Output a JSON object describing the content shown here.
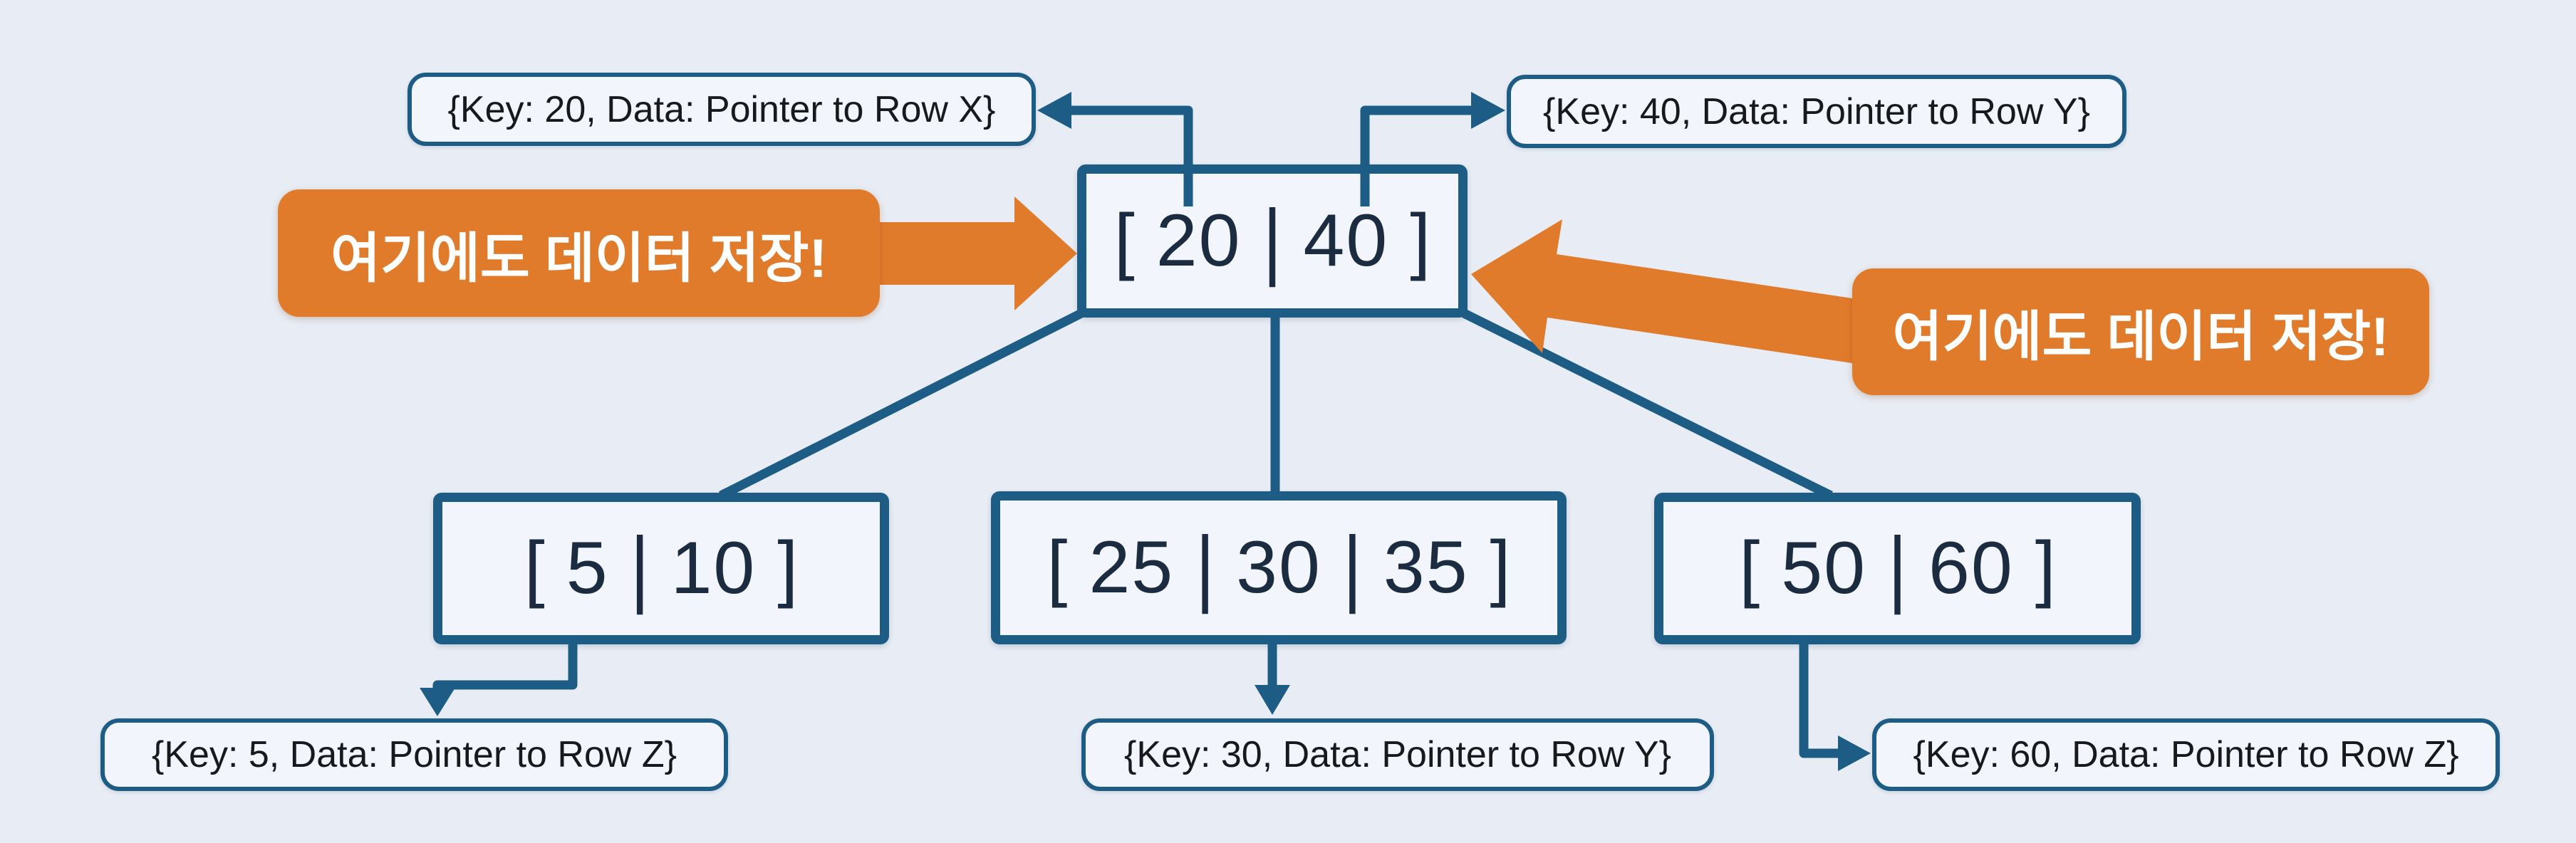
{
  "background": "#e8edf5",
  "colors": {
    "bg": "#e8edf5",
    "line": "#1d5c84",
    "box_bg": "#f2f5fb",
    "node_text": "#1b2b40",
    "label_text": "#17191d",
    "accent_orange": "#e17b2c",
    "callout_text": "#ffffff"
  },
  "tree": {
    "bracket_open": "[",
    "bracket_close": "]",
    "separator": "|",
    "root": {
      "keys": [
        "20",
        "40"
      ]
    },
    "children": [
      {
        "keys": [
          "5",
          "10"
        ]
      },
      {
        "keys": [
          "25",
          "30",
          "35"
        ]
      },
      {
        "keys": [
          "50",
          "60"
        ]
      }
    ]
  },
  "labels": {
    "top_left": "{Key: 20, Data: Pointer to Row X}",
    "top_right": "{Key: 40, Data: Pointer to Row Y}",
    "bottom_left": "{Key: 5, Data: Pointer to Row Z}",
    "bottom_middle": "{Key: 30, Data: Pointer to Row Y}",
    "bottom_right": "{Key: 60, Data: Pointer to Row Z}"
  },
  "callouts": {
    "left": "여기에도 데이터 저장!",
    "right": "여기에도 데이터 저장!"
  }
}
